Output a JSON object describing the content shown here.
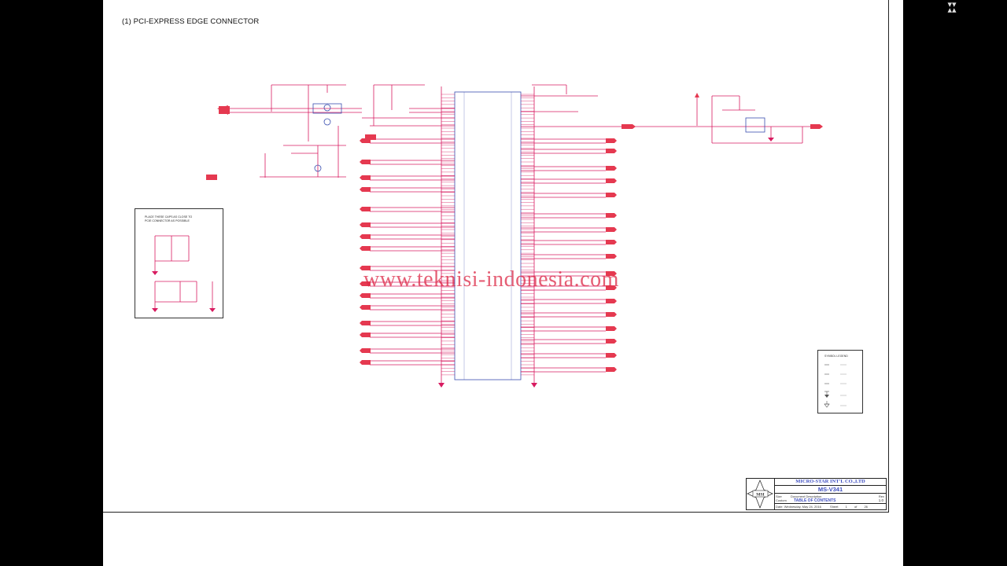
{
  "page": {
    "title": "(1) PCI-EXPRESS EDGE CONNECTOR",
    "fullscreen_icon": "fullscreen-exit-icon"
  },
  "watermark": {
    "text": "www.teknisi-indonesia.com"
  },
  "caps_note": {
    "line1": "PLACE THESE CAPS AS CLOSE TO",
    "line2": "PCIE CONNECTOR AS POSSIBLE"
  },
  "legend": {
    "title": "SYMBOL LEGEND"
  },
  "title_block": {
    "company": "MICRO-STAR INT'L CO.,LTD",
    "model": "MS-V341",
    "size_label": "Size",
    "size_value": "Custom",
    "doc_label": "Document Description",
    "doc_value": "TABLE OF CONTENTS",
    "rev_label": "Rev",
    "rev_value": "1.0",
    "date_label": "Date:",
    "date_value": "Wednesday, May 24, 2016",
    "sheet_label": "Sheet",
    "sheet_value": "1",
    "of_label": "of",
    "of_value": "26",
    "logo_text": "MSI"
  },
  "colors": {
    "wire": "#d81b60",
    "net_label": "#e53950",
    "component": "#3a4fb0",
    "ink": "#222222",
    "background": "#000000",
    "paper": "#ffffff"
  }
}
